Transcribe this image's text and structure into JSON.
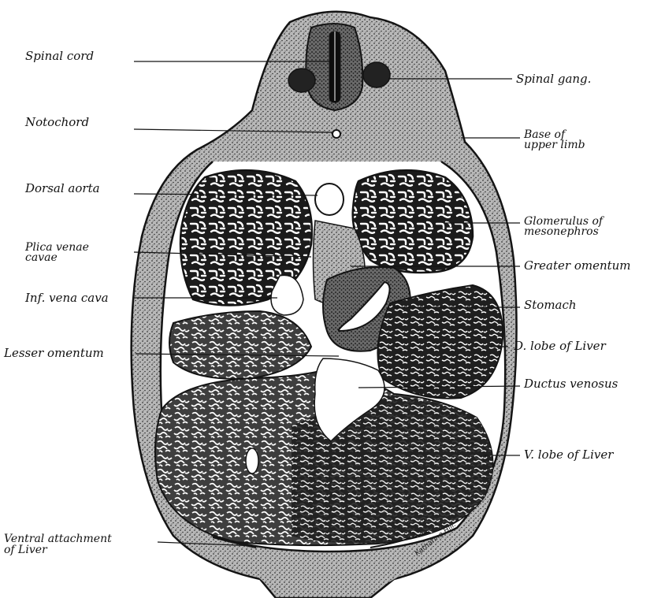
{
  "labels": {
    "left": {
      "spinal_cord": "Spinal cord",
      "notochord": "Notochord",
      "dorsal_aorta": "Dorsal aorta",
      "plica_venae_cavae_line1": "Plica venae",
      "plica_venae_cavae_line2": "cavae",
      "inf_vena_cava": "Inf. vena cava",
      "lesser_omentum": "Lesser omentum",
      "ventral_attachment_line1": "Ventral attachment",
      "ventral_attachment_line2": "of Liver"
    },
    "right": {
      "spinal_gang": "Spinal gang.",
      "base_upper_limb_line1": "Base of",
      "base_upper_limb_line2": "upper limb",
      "glomerulus_line1": "Glomerulus of",
      "glomerulus_line2": "mesonephros",
      "greater_omentum": "Greater omentum",
      "stomach": "Stomach",
      "d_lobe_liver": "D. lobe of Liver",
      "ductus_venosus": "Ductus venosus",
      "v_lobe_liver": "V. lobe of Liver"
    }
  },
  "signature": "Katharine Hill.",
  "colors": {
    "ink": "#141414",
    "tissue": "#8a8a8a",
    "background": "#ffffff"
  }
}
